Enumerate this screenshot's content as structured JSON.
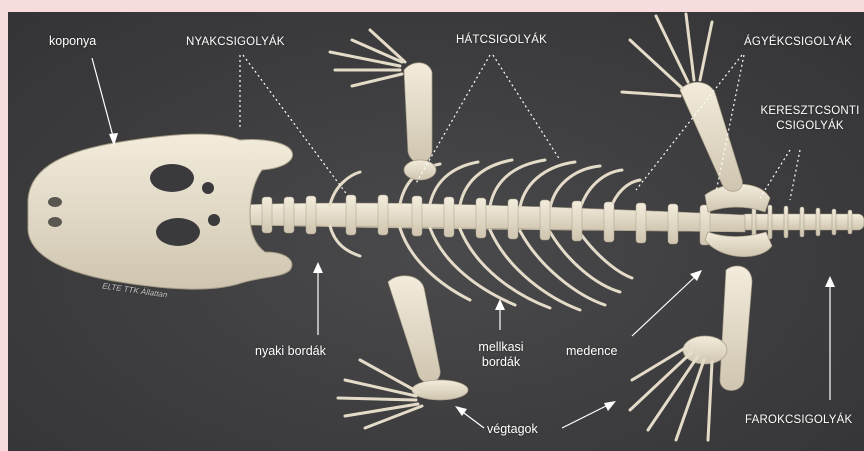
{
  "labels": {
    "skull": "koponya",
    "cervical_vertebrae": "NYAKCSIGOLYÁK",
    "thoracic_vertebrae": "HÁTCSIGOLYÁK",
    "lumbar_vertebrae": "ÁGYÉKCSIGOLYÁK",
    "sacral_line1": "KERESZTCSONTI",
    "sacral_line2": "CSIGOLYÁK",
    "cervical_ribs": "nyaki bordák",
    "thoracic_ribs_line1": "mellkasi",
    "thoracic_ribs_line2": "bordák",
    "pelvis": "medence",
    "limbs": "végtagok",
    "caudal_vertebrae": "FAROKCSIGOLYÁK"
  },
  "watermark": "ELTE TTK Állattan",
  "colors": {
    "background": "#3c3c3e",
    "bone": "#e8e0cf",
    "label": "#ffffff",
    "frame": "#f6dcdc"
  }
}
